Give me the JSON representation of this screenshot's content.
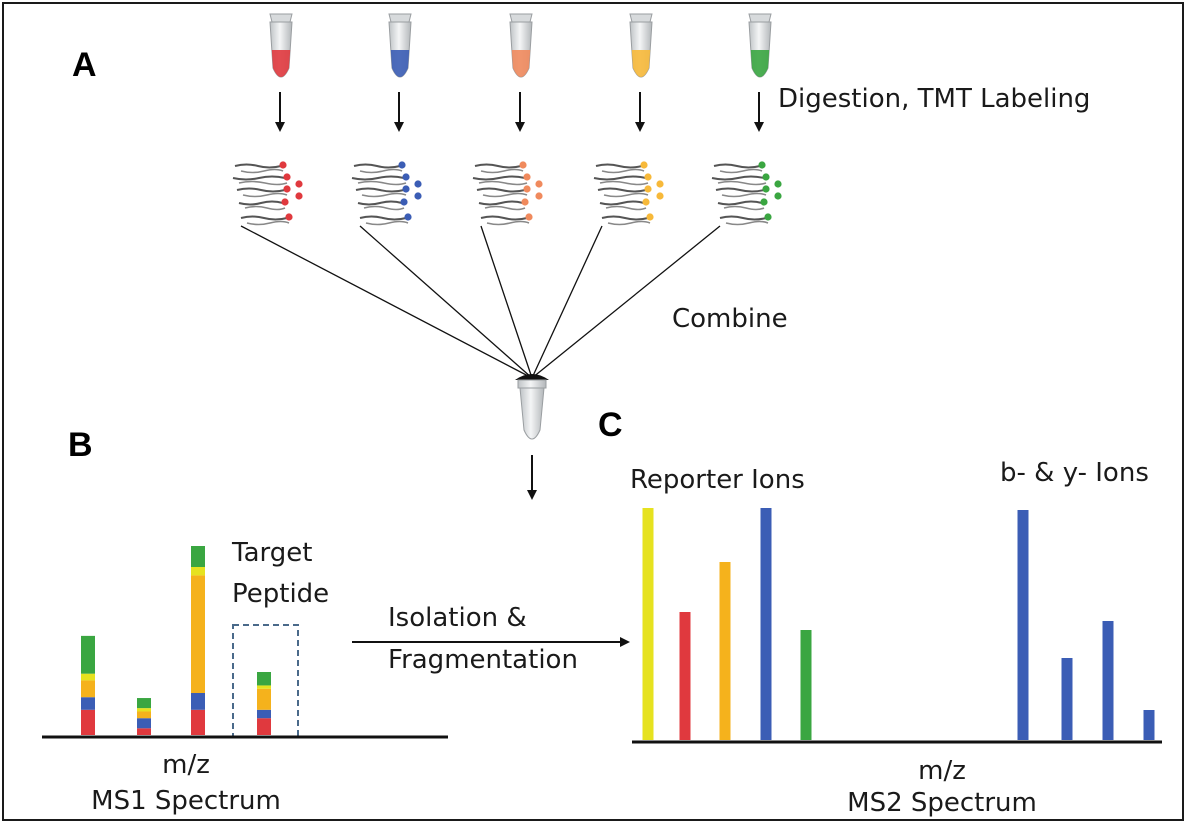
{
  "panels": {
    "a": "A",
    "b": "B",
    "c": "C"
  },
  "labels": {
    "digestion": "Digestion, TMT Labeling",
    "combine": "Combine",
    "target_line1": "Target",
    "target_line2": "Peptide",
    "isolation_line1": "Isolation &",
    "isolation_line2": "Fragmentation",
    "reporter_ions": "Reporter Ions",
    "by_ions": "b- & y- Ions"
  },
  "ms1": {
    "xlabel": "m/z",
    "title": "MS1 Spectrum"
  },
  "ms2": {
    "xlabel": "m/z",
    "title": "MS2 Spectrum"
  },
  "colors": {
    "red": "#e0393e",
    "blue": "#3b5db5",
    "orange": "#f08a5d",
    "yellow_orange": "#f7b93a",
    "green": "#3aa641",
    "bright_yellow": "#e6e21f",
    "amber": "#f5b21c"
  },
  "samples": [
    "red",
    "blue",
    "orange",
    "yellow_orange",
    "green"
  ],
  "chart_data": [
    {
      "type": "bar",
      "name": "MS1 Spectrum",
      "stacked": true,
      "categories": [
        "peak1",
        "peak2",
        "peak3",
        "target"
      ],
      "series": [
        {
          "color": "red",
          "values": [
            30,
            8,
            30,
            20
          ]
        },
        {
          "color": "blue",
          "values": [
            15,
            12,
            20,
            10
          ]
        },
        {
          "color": "amber",
          "values": [
            20,
            8,
            140,
            25
          ]
        },
        {
          "color": "bright_yellow",
          "values": [
            8,
            4,
            10,
            4
          ]
        },
        {
          "color": "green",
          "values": [
            45,
            12,
            25,
            16
          ]
        }
      ],
      "highlight": "target",
      "xlabel": "m/z",
      "title": "MS1 Spectrum"
    },
    {
      "type": "bar",
      "name": "MS2 Spectrum",
      "categories": [
        "r1",
        "r2",
        "r3",
        "r4",
        "r5",
        "b1",
        "b2",
        "b3",
        "b4"
      ],
      "values": [
        232,
        128,
        178,
        232,
        110,
        230,
        82,
        119,
        30
      ],
      "colors": [
        "bright_yellow",
        "red",
        "amber",
        "blue",
        "green",
        "blue",
        "blue",
        "blue",
        "blue"
      ],
      "groups": [
        {
          "label": "Reporter Ions",
          "members": [
            "r1",
            "r2",
            "r3",
            "r4",
            "r5"
          ]
        },
        {
          "label": "b- & y- Ions",
          "members": [
            "b1",
            "b2",
            "b3",
            "b4"
          ]
        }
      ],
      "xlabel": "m/z",
      "title": "MS2 Spectrum"
    }
  ]
}
